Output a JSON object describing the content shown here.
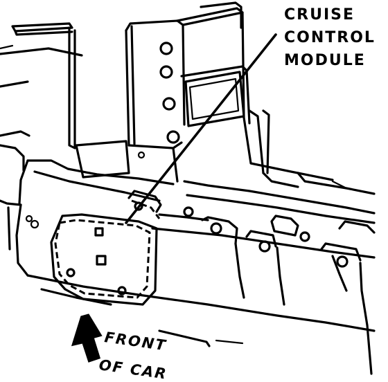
{
  "callout": {
    "line1": "CRUISE",
    "line2": "CONTROL",
    "line3": "MODULE"
  },
  "front_label": {
    "line1": "FRONT",
    "line2": "OF CAR"
  },
  "colors": {
    "ink": "#000000",
    "paper": "#ffffff"
  }
}
